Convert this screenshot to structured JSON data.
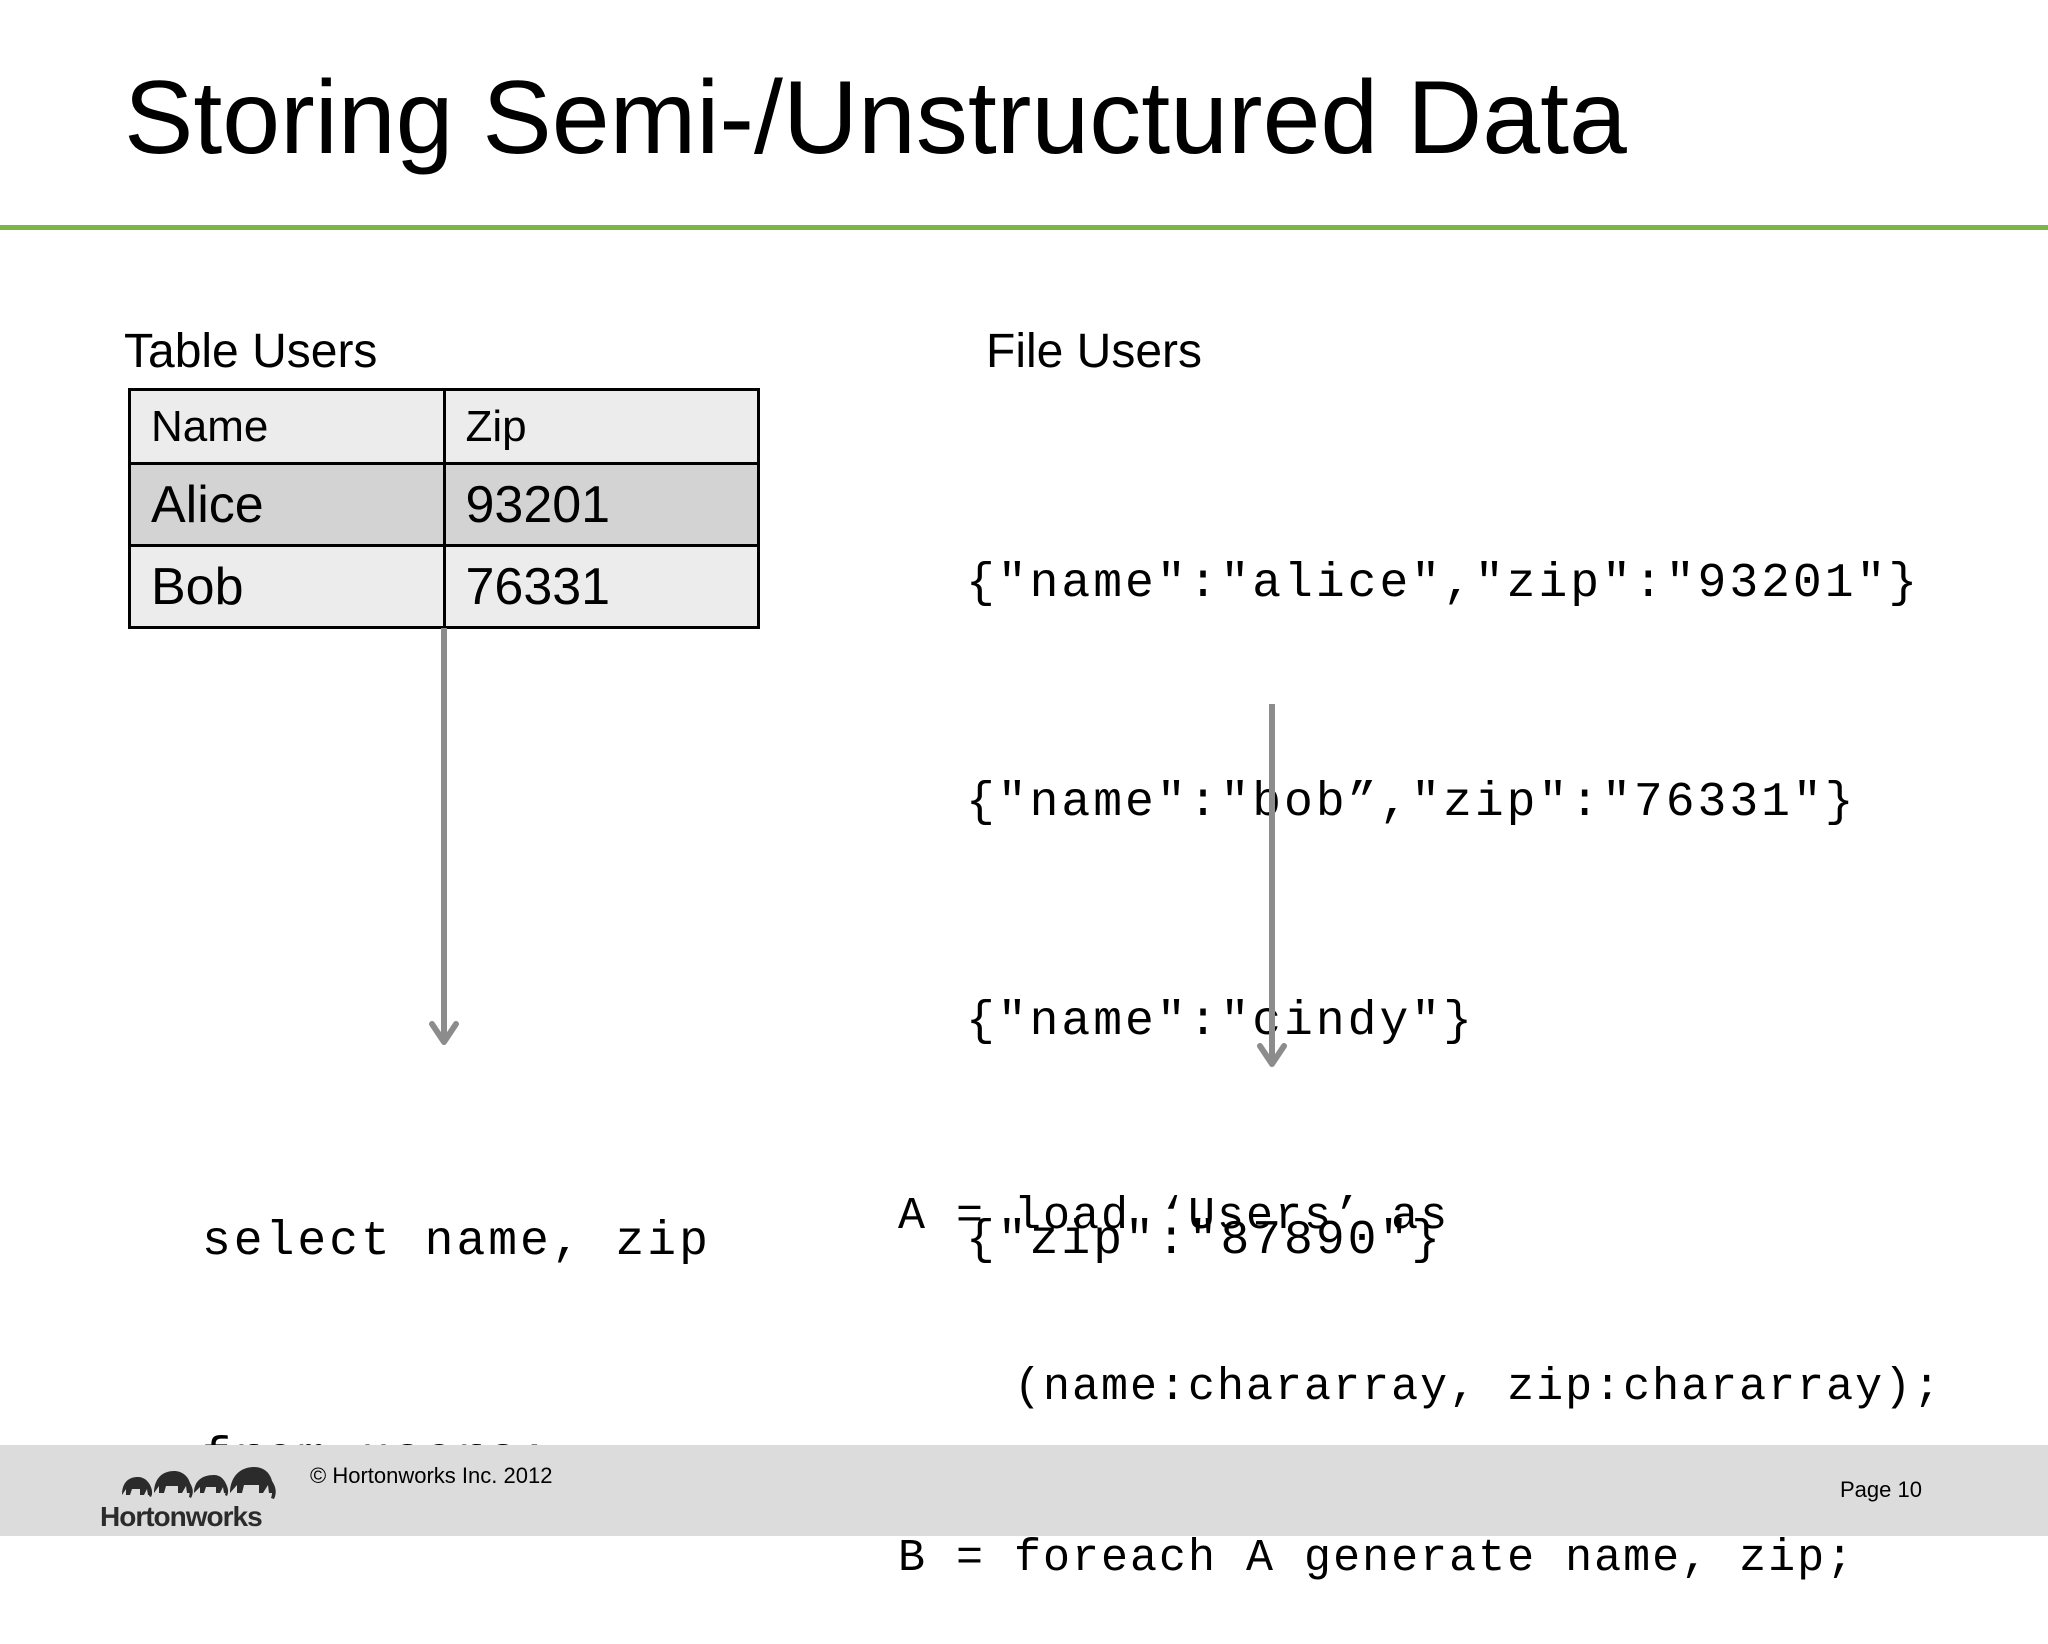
{
  "slide": {
    "title": "Storing Semi-/Unstructured Data"
  },
  "table_section": {
    "label": "Table Users",
    "columns": [
      "Name",
      "Zip"
    ],
    "rows": [
      [
        "Alice",
        "93201"
      ],
      [
        "Bob",
        "76331"
      ]
    ]
  },
  "file_section": {
    "label": "File Users",
    "lines": [
      "{\"name\":\"alice\",\"zip\":\"93201\"}",
      "{\"name\":\"bob”,\"zip\":\"76331\"}",
      "{\"name\":\"cindy\"}",
      "{\"zip\":\"87890\"}"
    ]
  },
  "sql_code": {
    "lines": [
      "select name, zip",
      "from users;"
    ]
  },
  "pig_code": {
    "lines": [
      "A = load ‘Users’ as",
      "    (name:chararray, zip:chararray);",
      "B = foreach A generate name, zip;"
    ]
  },
  "footer": {
    "logo_text": "Hortonworks",
    "copyright": "© Hortonworks Inc. 2012",
    "page": "Page 10"
  },
  "colors": {
    "accent_rule": "#7ab648",
    "arrow": "#8c8c8c",
    "footer_bg": "#dcdcdc"
  }
}
